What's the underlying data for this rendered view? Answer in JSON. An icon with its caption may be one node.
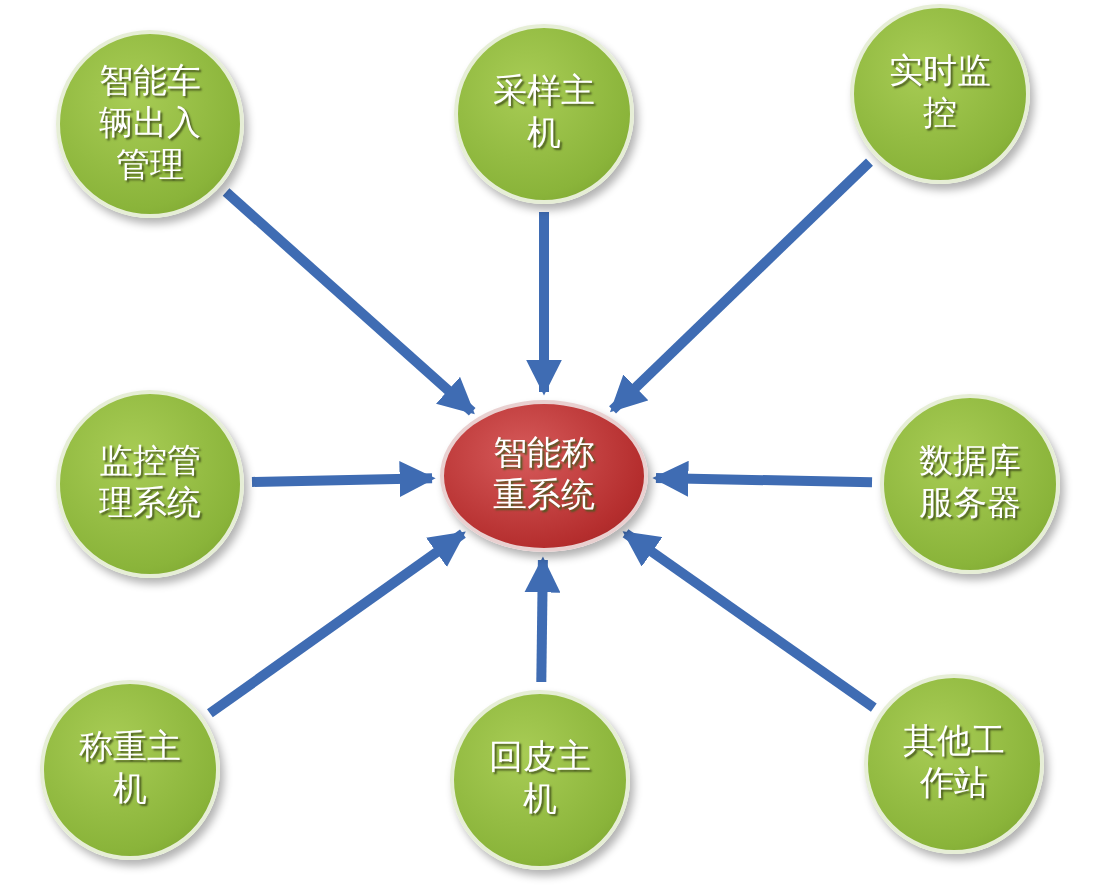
{
  "diagram": {
    "nodes": [
      {
        "text": [
          "智能车辆出入管理"
        ]
      },
      {
        "text": [
          "采样主机"
        ]
      },
      {
        "text": [
          "实时监控"
        ]
      },
      {
        "text": [
          "监控管理系统"
        ]
      },
      {
        "text": [
          "数据库服务器"
        ]
      },
      {
        "text": [
          "称重主机"
        ]
      },
      {
        "text": [
          "回皮主机"
        ]
      },
      {
        "text": [
          "其他工作站"
        ]
      },
      {
        "text": [
          "智能称重系统"
        ]
      }
    ],
    "edges": [
      {
        "from": 0,
        "to": 8,
        "arrow": "to"
      },
      {
        "from": 1,
        "to": 8,
        "arrow": "to"
      },
      {
        "from": 2,
        "to": 8,
        "arrow": "to"
      },
      {
        "from": 3,
        "to": 8,
        "arrow": "to"
      },
      {
        "from": 4,
        "to": 8,
        "arrow": "to"
      },
      {
        "from": 5,
        "to": 8,
        "arrow": "to"
      },
      {
        "from": 6,
        "to": 8,
        "arrow": "to"
      },
      {
        "from": 7,
        "to": 8,
        "arrow": "to"
      }
    ]
  }
}
